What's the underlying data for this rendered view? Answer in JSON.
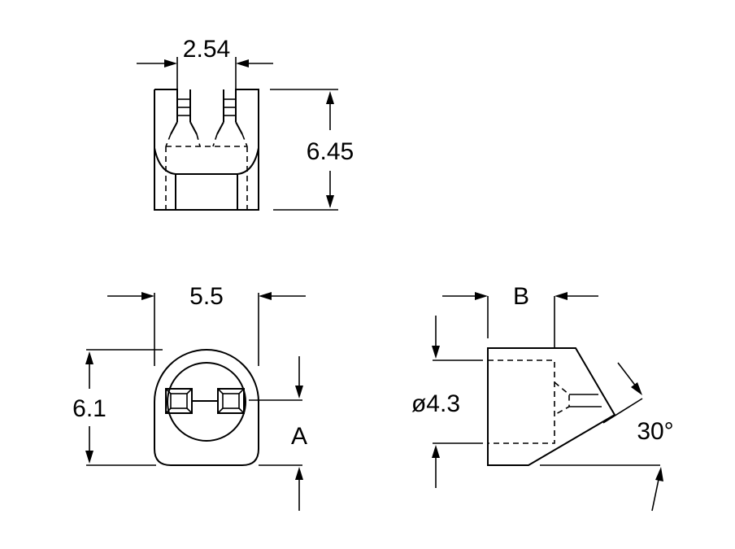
{
  "top_view": {
    "pitch_label": "2.54",
    "height_label": "6.45"
  },
  "front_view": {
    "width_label": "5.5",
    "height_label": "6.1",
    "section_label": "A"
  },
  "side_view": {
    "b_label": "B",
    "diameter_label": "ø4.3",
    "angle_label": "30°"
  }
}
